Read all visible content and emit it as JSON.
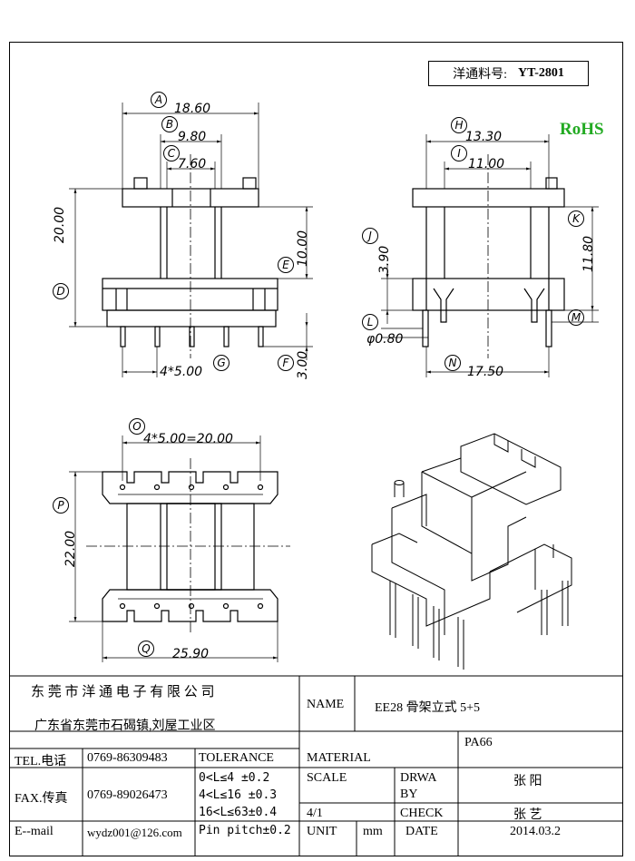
{
  "part_label": "洋通料号:",
  "part_number": "YT-2801",
  "rohs": "RoHS",
  "dims": {
    "A": "18.60",
    "B": "9.80",
    "C": "7.60",
    "D": "20.00",
    "E": "10.00",
    "F": "3.00",
    "G": "4*5.00",
    "H": "13.30",
    "I": "11.00",
    "J": "3.90",
    "K": "11.80",
    "L": "φ0.80",
    "M": "",
    "N": "17.50",
    "O": "4*5.00=20.00",
    "P": "22.00",
    "Q": "25.90"
  },
  "letters": [
    "A",
    "B",
    "C",
    "D",
    "E",
    "F",
    "G",
    "H",
    "I",
    "J",
    "K",
    "L",
    "M",
    "N",
    "O",
    "P",
    "Q"
  ],
  "title_block": {
    "company": "东 莞 市 洋 通 电 子 有 限 公 司",
    "address": "广东省东莞市石碣镇,刘屋工业区",
    "name_label": "NAME",
    "name_value": "EE28 骨架立式 5+5",
    "tel_label": "TEL.电话",
    "tel_value": "0769-86309483",
    "fax_label": "FAX.传真",
    "fax_value": "0769-89026473",
    "email_label": "E--mail",
    "email_value": "wydz001@126.com",
    "tolerance_label": "TOLERANCE",
    "tol_1": "0<L≤4  ±0.2",
    "tol_2": "4<L≤16 ±0.3",
    "tol_3": "16<L≤63±0.4",
    "tol_4": "Pin pitch±0.2",
    "material_label": "MATERIAL",
    "material_value": "PA66",
    "scale_label": "SCALE",
    "scale_value": "4/1",
    "drawn_label_1": "DRWA",
    "drawn_label_2": "BY",
    "drawn_value": "张  阳",
    "check_label": "CHECK",
    "check_value": "张  艺",
    "unit_label": "UNIT",
    "unit_value": "mm",
    "date_label": "DATE",
    "date_value": "2014.03.2"
  }
}
